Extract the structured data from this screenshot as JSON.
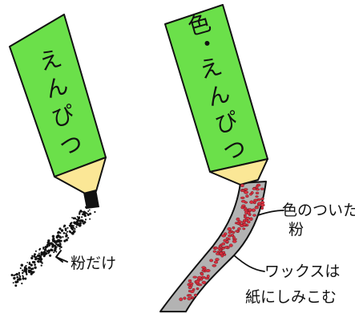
{
  "colors": {
    "pencil_body": "#6be04a",
    "pencil_tip": "#fbe796",
    "lead": "#111111",
    "wax_smear": "#b3b3b3",
    "colored_powder": "#d9303f",
    "ink": "#111111"
  },
  "left_pencil": {
    "label_chars": [
      "え",
      "ん",
      "ぴ",
      "つ"
    ],
    "caption": "粉だけ"
  },
  "right_pencil": {
    "label_chars": [
      "色",
      "・",
      "え",
      "ん",
      "ぴ",
      "つ"
    ],
    "caption_powder_line1": "色のついた",
    "caption_powder_line2": "粉",
    "caption_wax_line1": "ワックスは",
    "caption_wax_line2": "紙にしみこむ"
  }
}
